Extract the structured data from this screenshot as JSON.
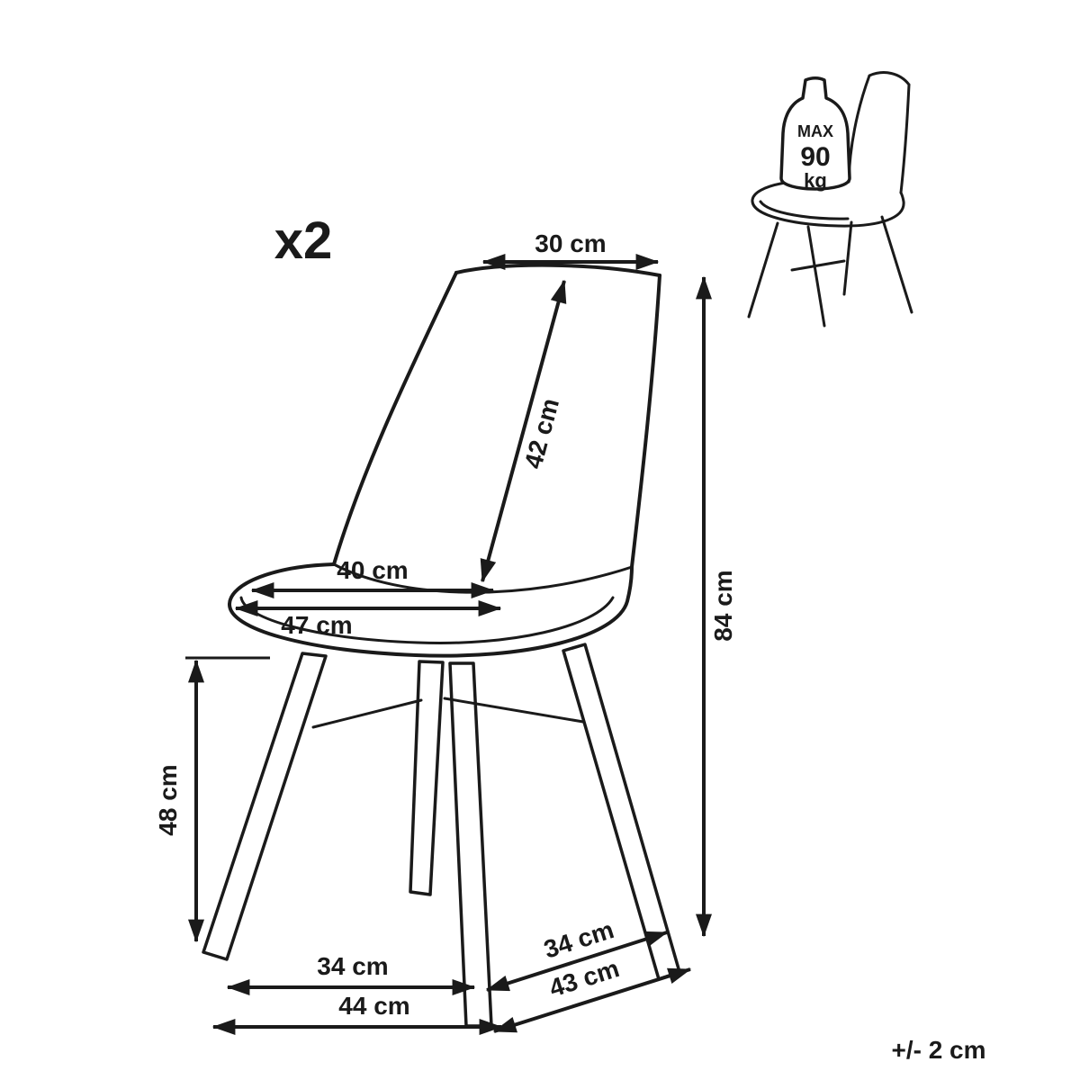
{
  "diagram": {
    "quantity_label": "x2",
    "tolerance_label": "+/- 2 cm",
    "line_color": "#1a1a1a",
    "background_color": "#ffffff",
    "weight_limit": {
      "max_label": "MAX",
      "value": "90",
      "unit": "kg"
    },
    "dimensions": {
      "backrest_top_width": "30 cm",
      "backrest_length": "42 cm",
      "seat_inner_width": "40 cm",
      "seat_outer_width": "47 cm",
      "total_height": "84 cm",
      "seat_height": "48 cm",
      "front_leg_span_inner": "34 cm",
      "front_leg_span_outer": "44 cm",
      "side_leg_span_inner": "34 cm",
      "side_leg_span_outer": "43 cm"
    }
  }
}
